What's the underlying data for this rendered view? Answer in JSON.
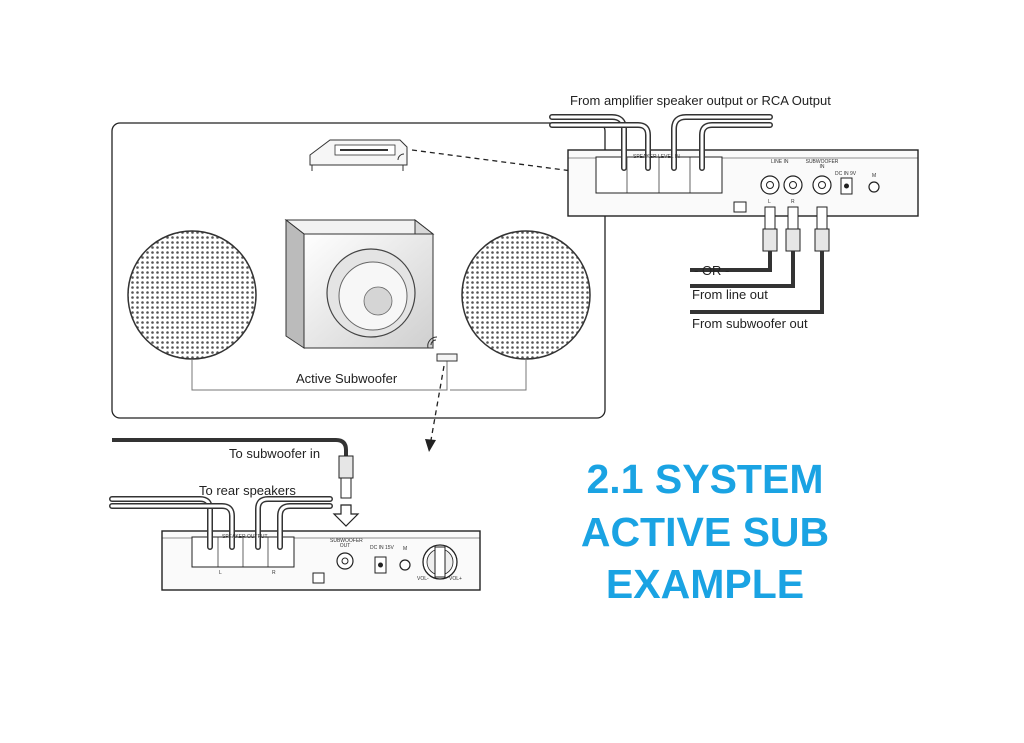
{
  "labels": {
    "amp_source": "From amplifier speaker output or RCA Output",
    "or_text": "- OR -",
    "line_out": "From line out",
    "sub_out": "From subwoofer out",
    "active_sub": "Active Subwoofer",
    "to_sub_in": "To subwoofer in",
    "to_rear": "To rear speakers"
  },
  "panel_top": {
    "speaker_level_in": "SPEAKER LEVEL IN",
    "line_in": "LINE IN",
    "subwoofer_in": "SUBWOOFER IN",
    "dc_in": "DC IN 9V",
    "m": "M",
    "l": "L",
    "r": "R"
  },
  "panel_bottom": {
    "speaker_output": "SPEAKER OUTPUT",
    "subwoofer_out": "SUBWOOFER OUT",
    "dc_in": "DC IN 15V",
    "m": "M",
    "vol_minus": "VOL-",
    "vol_plus": "VOL+",
    "l": "L",
    "r": "R"
  },
  "headline": {
    "line1": "2.1 SYSTEM",
    "line2": "ACTIVE SUB",
    "line3": "EXAMPLE"
  },
  "colors": {
    "headline": "#1aa3e3",
    "cable": "#333333",
    "outline": "#222222"
  }
}
